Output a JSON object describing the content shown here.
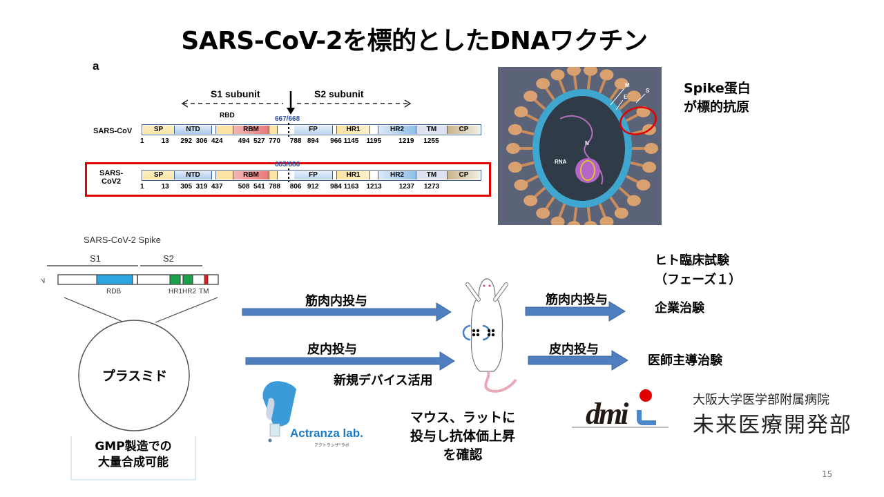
{
  "slide": {
    "title": "SARS-CoV-2を標的としたDNAワクチン",
    "page_number": "15"
  },
  "figure_a": {
    "panel_label": "a",
    "s1_label": "S1 subunit",
    "s2_label": "S2 subunit",
    "rbd_label": "RBD",
    "rows": [
      {
        "name": "SARS-CoV",
        "cleavage": "667/668",
        "domains": [
          "SP",
          "NTD",
          "",
          "RBM",
          "",
          "",
          "FP",
          "",
          "HR1",
          "",
          "HR2",
          "TM",
          "CP"
        ],
        "positions": "1         13      292  306  424        494  527  770     788   894      966 1145    1195         1219     1255"
      },
      {
        "name_line1": "SARS-",
        "name_line2": "CoV2",
        "cleavage": "685/686",
        "domains": [
          "SP",
          "NTD",
          "",
          "RBM",
          "",
          "",
          "FP",
          "",
          "HR1",
          "",
          "HR2",
          "TM",
          "CP"
        ],
        "positions": "1         13      305  319  437        508  541  788     806   912      984 1163    1213         1237     1273"
      }
    ]
  },
  "virus_illustration": {
    "labels": {
      "m": "M",
      "e": "E",
      "s": "S",
      "n": "N",
      "rna": "RNA"
    },
    "caption_line1": "Spike蛋白",
    "caption_line2": "が標的抗原"
  },
  "spike_schematic": {
    "title": "SARS-CoV-2 Spike",
    "s1": "S1",
    "s2": "S2",
    "n_terminus": "N",
    "rdb": "RDB",
    "hr1": "HR1",
    "hr2": "HR2",
    "tm": "TM"
  },
  "plasmid": {
    "label": "プラスミド",
    "caption_line1": "GMP製造での",
    "caption_line2": "大量合成可能"
  },
  "flow": {
    "im_admin": "筋肉内投与",
    "id_admin": "皮内投与",
    "new_device": "新規デバイス活用",
    "im_admin_2": "筋肉内投与",
    "id_admin_2": "皮内投与",
    "animal_result_line1": "マウス、ラットに",
    "animal_result_line2": "投与し抗体価上昇",
    "animal_result_line3": "を確認",
    "trial_line1": "ヒト臨床試験",
    "trial_line2": "（フェーズ１）",
    "corporate_trial": "企業治験",
    "investigator_trial": "医師主導治験"
  },
  "logos": {
    "actranza": "Actranza lab.",
    "actranza_sub": "アクトランザ°ラボ",
    "dmi": "dmi",
    "hospital_line1": "大阪大学医学部附属病院",
    "hospital_line2": "未来医療開発部"
  },
  "colors": {
    "arrow_blue": "#4f7fbf",
    "highlight_red": "#e00000",
    "rdb_blue": "#2ca6df",
    "hr_green": "#1aa14a",
    "tm_red": "#e21d1d",
    "cleavage_blue": "#2b4fa0"
  }
}
